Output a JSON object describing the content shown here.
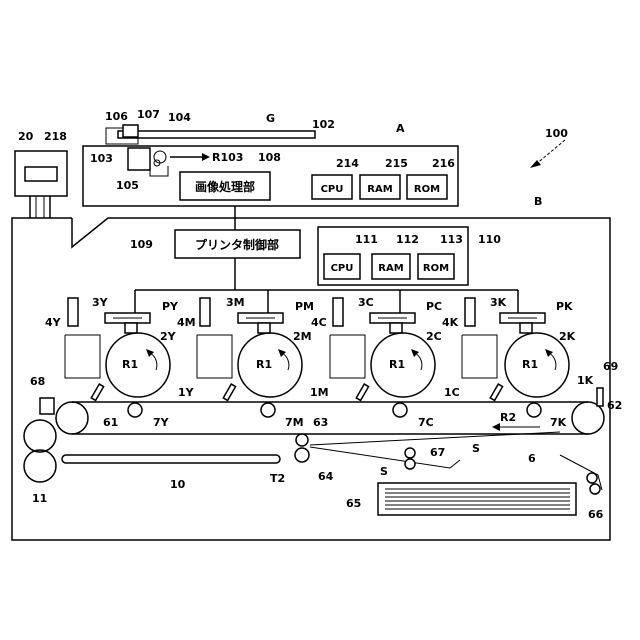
{
  "labels": {
    "l100": "100",
    "lA": "A",
    "lB": "B",
    "lG": "G",
    "l102": "102",
    "l104": "104",
    "l106": "106",
    "l107": "107",
    "l103": "103",
    "l105": "105",
    "lR103": "R103",
    "l108": "108",
    "l214": "214",
    "l215": "215",
    "l216": "216",
    "l20": "20",
    "l218": "218",
    "l109": "109",
    "l111": "111",
    "l112": "112",
    "l113": "113",
    "l110": "110",
    "l3Y": "3Y",
    "lPY": "PY",
    "l3M": "3M",
    "lPM": "PM",
    "l3C": "3C",
    "lPC": "PC",
    "l3K": "3K",
    "lPK": "PK",
    "l4Y": "4Y",
    "l4M": "4M",
    "l4C": "4C",
    "l4K": "4K",
    "l2Y": "2Y",
    "l2M": "2M",
    "l2C": "2C",
    "l2K": "2K",
    "lR1y": "R1",
    "lR1m": "R1",
    "lR1c": "R1",
    "lR1k": "R1",
    "l1Y": "1Y",
    "l1M": "1M",
    "l1C": "1C",
    "l1K": "1K",
    "l69": "69",
    "l68": "68",
    "l62": "62",
    "l61": "61",
    "l7Y": "7Y",
    "l7M": "7M",
    "l63": "63",
    "l7C": "7C",
    "l7K": "7K",
    "lR2": "R2",
    "l67": "67",
    "lS1": "S",
    "l6": "6",
    "l11": "11",
    "l10": "10",
    "lT2": "T2",
    "l64": "64",
    "lS2": "S",
    "l65": "65",
    "l66": "66"
  },
  "boxes": {
    "image_processor": "画像処理部",
    "printer_controller": "プリンタ制御部",
    "cpu_a": "CPU",
    "ram_a": "RAM",
    "rom_a": "ROM",
    "cpu_b": "CPU",
    "ram_b": "RAM",
    "rom_b": "ROM"
  }
}
